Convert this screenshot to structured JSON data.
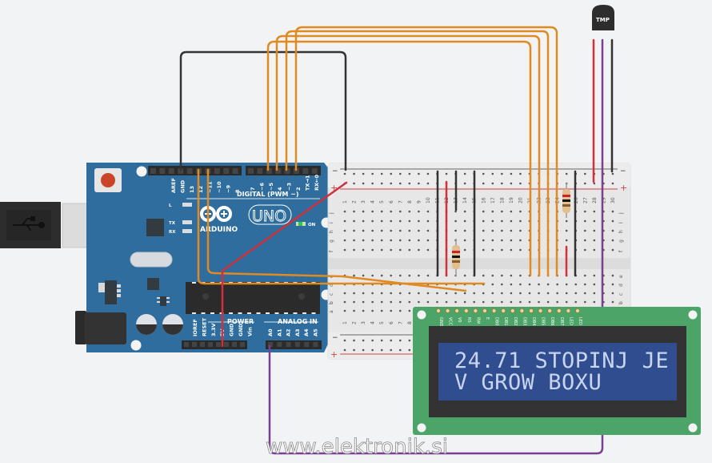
{
  "arduino": {
    "brand": "ARDUINO",
    "model": "UNO",
    "digital_label": "DIGITAL (PWM ~)",
    "power_label": "POWER",
    "analog_label": "ANALOG IN",
    "on_label": "ON",
    "led_labels": [
      "L",
      "TX",
      "RX"
    ],
    "digital_pins_left": [
      "AREF",
      "GND",
      "13",
      "12",
      "~11",
      "~10",
      "~9",
      "8"
    ],
    "digital_pins_right": [
      "7",
      "~6",
      "~5",
      "4",
      "~3",
      "2",
      "TX→1",
      "RX←0"
    ],
    "power_pins": [
      "IOREF",
      "RESET",
      "3.3V",
      "5V",
      "GND",
      "GND",
      "Vin"
    ],
    "analog_pins": [
      "A0",
      "A1",
      "A2",
      "A3",
      "A4",
      "A5"
    ]
  },
  "breadboard": {
    "rail_minus": "−",
    "rail_plus": "+",
    "row_letters_top": [
      "j",
      "i",
      "h",
      "g",
      "f"
    ],
    "row_letters_bottom": [
      "e",
      "d",
      "c",
      "b",
      "a"
    ],
    "column_numbers": [
      "1",
      "2",
      "3",
      "4",
      "5",
      "6",
      "7",
      "8",
      "9",
      "10",
      "11",
      "12",
      "13",
      "14",
      "15",
      "16",
      "17",
      "18",
      "19",
      "20",
      "21",
      "22",
      "23",
      "24",
      "25",
      "26",
      "27",
      "28",
      "29",
      "30"
    ]
  },
  "sensor": {
    "label": "TMP"
  },
  "lcd": {
    "pin_labels": [
      "GND",
      "VCC",
      "V0",
      "RS",
      "RW",
      "E",
      "DB0",
      "DB1",
      "DB2",
      "DB3",
      "DB4",
      "DB5",
      "DB6",
      "DB7",
      "LED",
      "LED"
    ],
    "line1": "24.71 STOPINJ JE",
    "line2": "V GROW BOXU"
  },
  "watermark": "www.elektronik.si",
  "colors": {
    "background": "#f2f3f5",
    "arduino_board": "#2e6d9e",
    "wire_orange": "#e08a22",
    "wire_black": "#333333",
    "wire_red": "#d0313a",
    "wire_purple": "#7a3f92",
    "lcd_pcb": "#4da468",
    "lcd_screen": "#2f4d8f",
    "lcd_bezel": "#333333"
  }
}
